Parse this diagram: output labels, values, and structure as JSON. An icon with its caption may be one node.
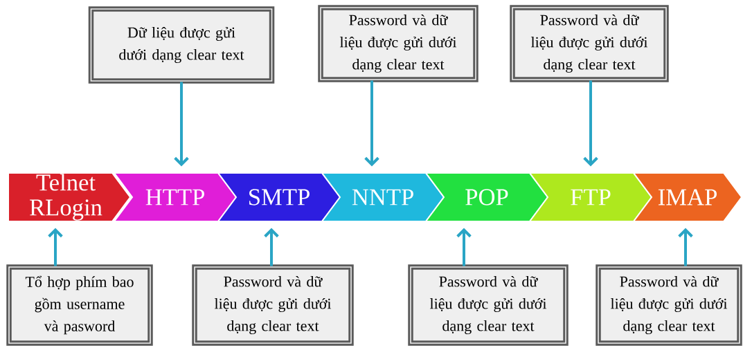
{
  "diagram": {
    "nodes": [
      {
        "text": [
          "Dữ liệu được gửi dưới dạng clear text"
        ]
      },
      {
        "text": [
          "Password và dữ liệu được gửi dưới dạng clear text"
        ]
      },
      {
        "text": [
          "Password và dữ liệu được gửi dưới dạng clear text"
        ]
      },
      {
        "text": [
          "Telnet RLogin"
        ]
      },
      {
        "text": [
          "HTTP"
        ]
      },
      {
        "text": [
          "SMTP"
        ]
      },
      {
        "text": [
          "NNTP"
        ]
      },
      {
        "text": [
          "POP"
        ]
      },
      {
        "text": [
          "FTP"
        ]
      },
      {
        "text": [
          "IMAP"
        ]
      },
      {
        "text": [
          "Tổ hợp phím bao gồm username và pasword"
        ]
      },
      {
        "text": [
          "Password và dữ liệu được gửi dưới dạng clear text"
        ]
      },
      {
        "text": [
          "Password và dữ liệu được gửi dưới dạng clear text"
        ]
      },
      {
        "text": [
          "Password và dữ liệu được gửi dưới dạng clear text"
        ]
      }
    ],
    "edges": [
      {
        "from": 0,
        "to": 4,
        "arrow": "to"
      },
      {
        "from": 1,
        "to": 6,
        "arrow": "to"
      },
      {
        "from": 2,
        "to": 8,
        "arrow": "to"
      },
      {
        "from": 10,
        "to": 3,
        "arrow": "to"
      },
      {
        "from": 11,
        "to": 5,
        "arrow": "to"
      },
      {
        "from": 12,
        "to": 7,
        "arrow": "to"
      },
      {
        "from": 13,
        "to": 9,
        "arrow": "to"
      }
    ]
  }
}
